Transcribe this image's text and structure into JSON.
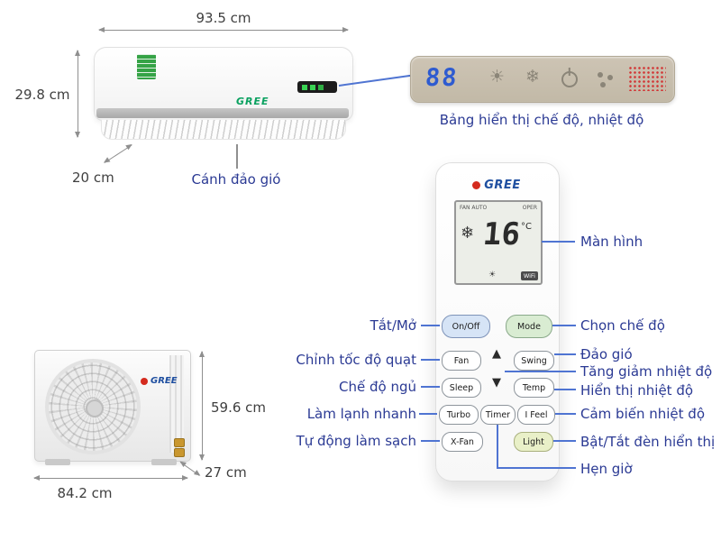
{
  "indoor_unit": {
    "brand": "GREE",
    "dim_width": "93.5 cm",
    "dim_height": "29.8 cm",
    "dim_depth": "20 cm",
    "louver_label": "Cánh đảo gió"
  },
  "display_panel": {
    "digits": "88",
    "caption": "Bảng hiển thị chế độ, nhiệt độ"
  },
  "remote": {
    "brand": "GREE",
    "lcd": {
      "mode_text": "FAN AUTO",
      "oper_text": "OPER",
      "temp_value": "16",
      "temp_unit": "°C",
      "wifi": "WiFi",
      "snow_icon": "❄",
      "sun_icon": "☀"
    },
    "buttons": {
      "on_off": "On/Off",
      "mode": "Mode",
      "fan": "Fan",
      "swing": "Swing",
      "sleep": "Sleep",
      "temp": "Temp",
      "turbo": "Turbo",
      "timer": "Timer",
      "i_feel": "I Feel",
      "x_fan": "X-Fan",
      "light": "Light",
      "up": "▲",
      "down": "▼"
    }
  },
  "labels": {
    "screen": "Màn hình",
    "on_off": "Tắt/Mở",
    "mode": "Chọn chế độ",
    "fan": "Chỉnh tốc độ quạt",
    "swing": "Đảo gió",
    "temp_adjust": "Tăng giảm nhiệt độ",
    "sleep": "Chế độ ngủ",
    "temp_display": "Hiển thị nhiệt độ",
    "turbo": "Làm lạnh nhanh",
    "i_feel": "Cảm biến nhiệt độ",
    "x_fan": "Tự động làm sạch",
    "light": "Bật/Tắt đèn hiển thị",
    "timer": "Hẹn giờ"
  },
  "panel_icons": [
    "sun-icon",
    "snowflake-icon",
    "power-icon",
    "fan-icon",
    "led-matrix"
  ],
  "outdoor_unit": {
    "brand": "GREE",
    "dim_width": "84.2 cm",
    "dim_height": "59.6 cm",
    "dim_depth": "27 cm"
  },
  "colors": {
    "label_text": "#2b3a94",
    "dimension_text": "#3f3f3f",
    "annotation_line": "#4f74d2",
    "panel_bg": "#c9c0af",
    "panel_digits": "#2e5bd0",
    "matrix_red": "#d23434",
    "brand_blue": "#1f4fa0",
    "brand_green": "#0aa160",
    "brand_red": "#d42b1e"
  }
}
